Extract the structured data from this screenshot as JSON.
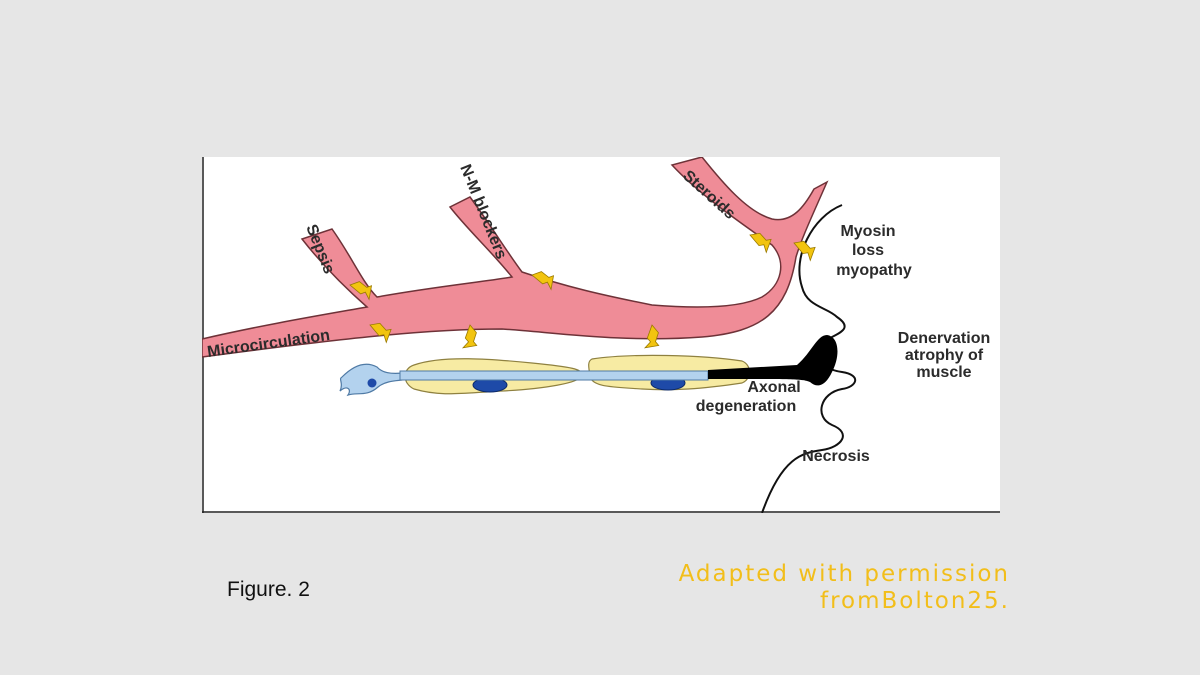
{
  "diagram": {
    "labels": {
      "microcirculation": "Microcirculation",
      "sepsis": "Sepsis",
      "nm_blockers": "N-M blockers",
      "steroids": "Steroids",
      "myosin_loss_1": "Myosin",
      "myosin_loss_2": "loss",
      "myosin_loss_3": "myopathy",
      "denervation_1": "Denervation",
      "denervation_2": "atrophy of",
      "denervation_3": "muscle",
      "axonal_1": "Axonal",
      "axonal_2": "degeneration",
      "necrosis": "Necrosis"
    },
    "colors": {
      "vessel": "#ef8c97",
      "vessel_stroke": "#7a3a40",
      "schwann": "#f7eba3",
      "axon": "#b3d2ee",
      "nucleus": "#1e4aa8",
      "arrow": "#f2c40f",
      "degenerated_axon": "#000000"
    }
  },
  "caption": "Figure. 2",
  "attribution": {
    "line1": "Adapted with permission",
    "line2": "fromBolton25."
  }
}
